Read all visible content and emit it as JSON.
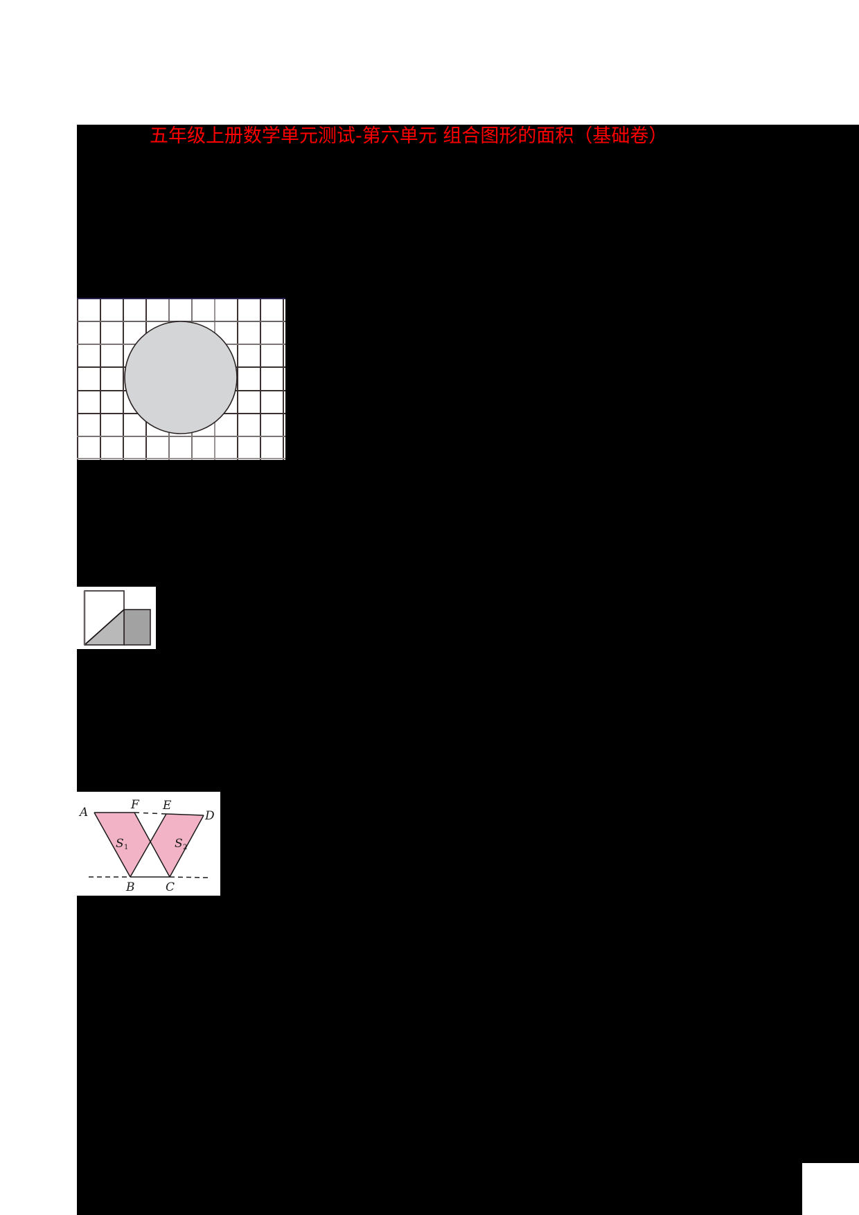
{
  "document": {
    "title": "五年级上册数学单元测试-第六单元 组合图形的面积（基础卷）",
    "title_color": "#ff0000",
    "redacted_background": "#000000"
  },
  "figures": {
    "grid_circle": {
      "description": "Grid of squares with a shaded circle",
      "columns": 9,
      "rows": 7,
      "circle_fill": "#d4d5d7",
      "grid_line_color": "#3a3030"
    },
    "squares": {
      "description": "Large square and small square side by side with shaded triangle",
      "triangle_fill": "#b9b9b9",
      "small_square_fill": "#a2a2a2"
    },
    "triangles": {
      "description": "Two triangles between parallel lines AD and BC",
      "fill": "#f2b3c6",
      "points": {
        "A": "A",
        "F": "F",
        "E": "E",
        "D": "D",
        "B": "B",
        "C": "C"
      },
      "regions": {
        "s1_main": "S",
        "s1_sub": "1",
        "s2_main": "S",
        "s2_sub": "2"
      }
    }
  }
}
